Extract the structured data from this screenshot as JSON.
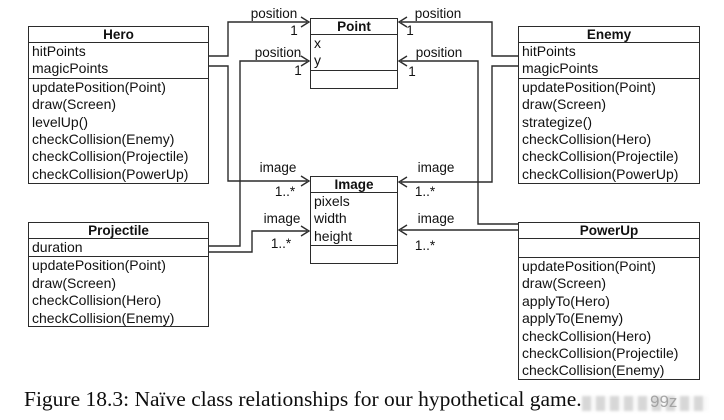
{
  "diagram": {
    "classes": {
      "hero": {
        "name": "Hero",
        "attributes": [
          "hitPoints",
          "magicPoints"
        ],
        "methods": [
          "updatePosition(Point)",
          "draw(Screen)",
          "levelUp()",
          "checkCollision(Enemy)",
          "checkCollision(Projectile)",
          "checkCollision(PowerUp)"
        ]
      },
      "point": {
        "name": "Point",
        "attributes": [
          "x",
          "y"
        ],
        "methods": []
      },
      "enemy": {
        "name": "Enemy",
        "attributes": [
          "hitPoints",
          "magicPoints"
        ],
        "methods": [
          "updatePosition(Point)",
          "draw(Screen)",
          "strategize()",
          "checkCollision(Hero)",
          "checkCollision(Projectile)",
          "checkCollision(PowerUp)"
        ]
      },
      "image": {
        "name": "Image",
        "attributes": [
          "pixels",
          "width",
          "height"
        ],
        "methods": []
      },
      "projectile": {
        "name": "Projectile",
        "attributes": [
          "duration"
        ],
        "methods": [
          "updatePosition(Point)",
          "draw(Screen)",
          "checkCollision(Hero)",
          "checkCollision(Enemy)"
        ]
      },
      "powerup": {
        "name": "PowerUp",
        "attributes": [],
        "methods": [
          "updatePosition(Point)",
          "draw(Screen)",
          "applyTo(Hero)",
          "applyTo(Enemy)",
          "checkCollision(Hero)",
          "checkCollision(Projectile)",
          "checkCollision(Enemy)"
        ]
      }
    },
    "labels": {
      "position": "position",
      "image": "image",
      "mult_one": "1",
      "mult_many": "1..*"
    }
  },
  "caption": "Figure 18.3: Naïve class relationships for our hypothetical game.",
  "watermark": "99z",
  "colors": {
    "line": "#2b2b2b",
    "text": "#111111",
    "background": "#ffffff",
    "watermark": "#9a9a9a"
  }
}
